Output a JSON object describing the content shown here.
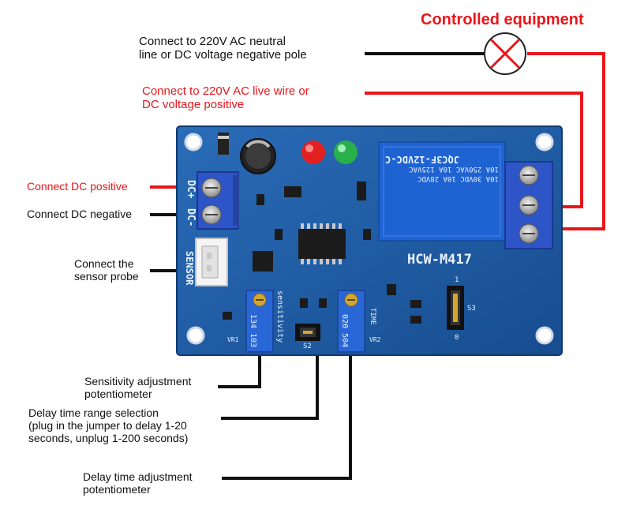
{
  "title": "Controlled equipment",
  "labels": {
    "neutral": [
      "Connect to 220V AC neutral",
      "line or DC voltage negative pole"
    ],
    "live": [
      "Connect to 220V AC live wire or",
      "DC voltage positive"
    ],
    "dc_pos": "Connect DC positive",
    "dc_neg": "Connect DC negative",
    "sensor": [
      "Connect the",
      "sensor probe"
    ],
    "sensitivity": [
      "Sensitivity adjustment",
      "potentiometer"
    ],
    "delay_range": [
      "Delay time range selection",
      "(plug in the jumper to delay 1-20",
      "seconds, unplug 1-200 seconds)"
    ],
    "delay_adj": [
      "Delay time adjustment",
      "potentiometer"
    ]
  },
  "board": {
    "model": "HCW-M417",
    "relay_line1": "JQC3F-12VDC-C",
    "relay_line2": "10A 250VAC 10A 125VAC",
    "relay_line3": "10A 30VDC 10A 28VDC",
    "dc_plus": "DC+",
    "dc_minus": "DC-",
    "sensor": "SENSOR",
    "sensitivity": "sensitivity",
    "pot1": "134 103",
    "pot2": "020 504",
    "vr1": "VR1",
    "vr2": "VR2",
    "s2": "S2",
    "s3": "S3",
    "time": "TIME",
    "jumper_1": "1",
    "jumper_0": "0"
  },
  "colors": {
    "red": "#e8161b",
    "black": "#111111",
    "pcb": "#1f5fa6",
    "terminal": "#2e55c8"
  }
}
